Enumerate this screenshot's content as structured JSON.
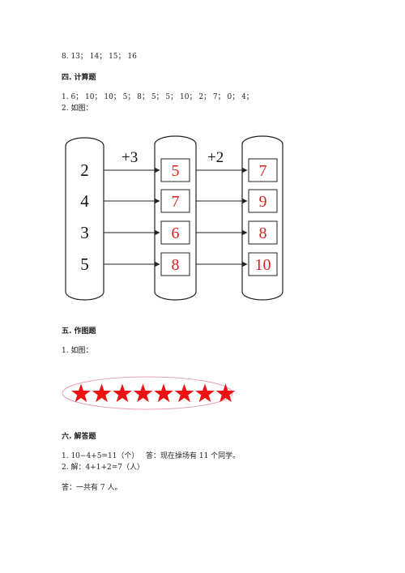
{
  "sections": {
    "line_8": "8. 13； 14； 15； 16",
    "h4": "四. 计算题",
    "q4_1": "1. 6； 10； 10； 5； 8； 5； 5； 10； 2； 7； 0； 4；",
    "q4_2": "2. 如图：",
    "h5": "五. 作图题",
    "q5_1": "1. 如图：",
    "h6": "六. 解答题",
    "q6_1a": "1. 10−4+5=11（个）",
    "q6_1b": "答：现在操场有 11 个同学。",
    "q6_2": "2. 解：4+1+2=7（人）",
    "q6_ans": "答：一共有 7 人。"
  },
  "diagram": {
    "op1": "+3",
    "op2": "+2",
    "col1": [
      "2",
      "4",
      "3",
      "5"
    ],
    "col2": [
      "5",
      "7",
      "6",
      "8"
    ],
    "col3": [
      "7",
      "9",
      "8",
      "10"
    ],
    "arrow_color": "#222222",
    "red": "#e0201e"
  },
  "stars": {
    "count": 8,
    "color": "#ee1111",
    "oval_color": "#e8a0b8"
  }
}
